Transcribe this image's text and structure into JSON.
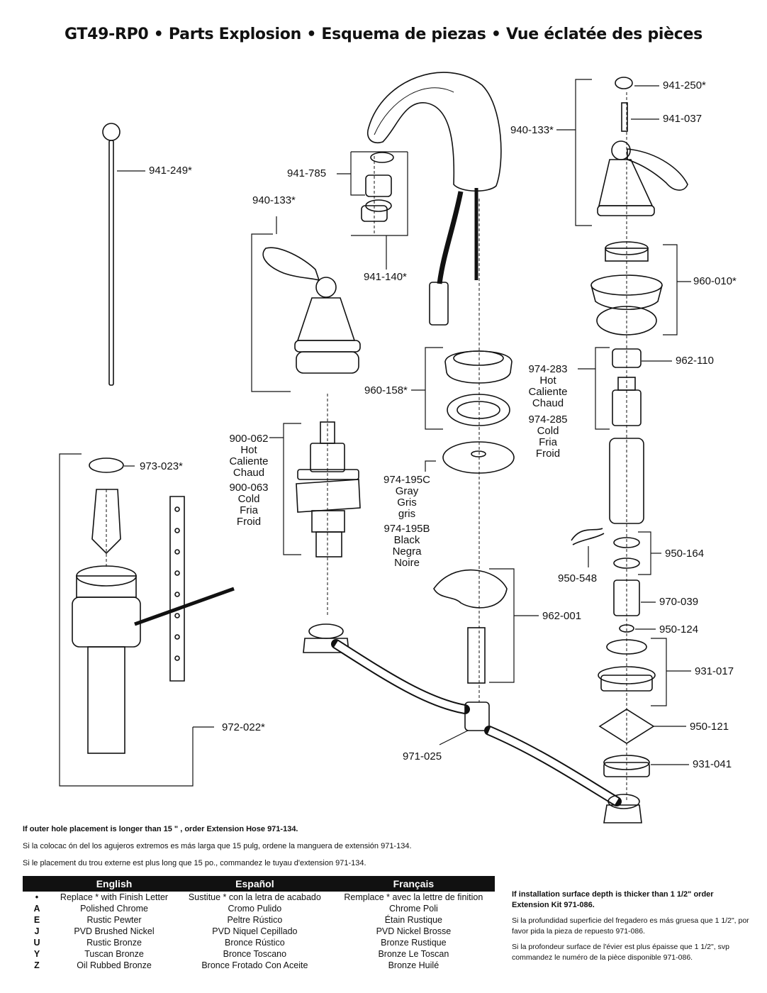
{
  "title": "GT49-RP0 • Parts Explosion • Esquema de piezas • Vue éclatée des pièces",
  "parts": {
    "p941_249": "941-249*",
    "p940_133_left": "940-133*",
    "p941_785": "941-785",
    "p941_140": "941-140*",
    "p940_133_right": "940-133*",
    "p941_250": "941-250*",
    "p941_037": "941-037",
    "p960_010": "960-010*",
    "p962_110": "962-110",
    "p960_158": "960-158*",
    "p974_283": [
      "974-283",
      "Hot",
      "Caliente",
      "Chaud"
    ],
    "p974_285": [
      "974-285",
      "Cold",
      "Fria",
      "Froid"
    ],
    "p900_062": [
      "900-062",
      "Hot",
      "Caliente",
      "Chaud"
    ],
    "p900_063": [
      "900-063",
      "Cold",
      "Fria",
      "Froid"
    ],
    "p973_023": "973-023*",
    "p974_195c": [
      "974-195C",
      "Gray",
      "Gris",
      "gris"
    ],
    "p974_195b": [
      "974-195B",
      "Black",
      "Negra",
      "Noire"
    ],
    "p950_164": "950-164",
    "p950_548": "950-548",
    "p970_039": "970-039",
    "p962_001": "962-001",
    "p950_124": "950-124",
    "p931_017": "931-017",
    "p950_121": "950-121",
    "p972_022": "972-022*",
    "p971_025": "971-025",
    "p931_041": "931-041"
  },
  "notes": [
    "If outer hole placement is longer than 15 \" , order Extension Hose  971-134.",
    "Si la colocac ón del los agujeros extremos es más larga que 15 pulg, ordene la manguera de extensión 971-134.",
    "Si le placement du trou externe est plus long que 15 po., commandez le tuyau d'extension 971-134."
  ],
  "finish_table": {
    "headers": [
      "English",
      "Español",
      "Français"
    ],
    "rows": [
      {
        "code": "•",
        "en": "Replace * with Finish Letter",
        "es": "Sustitue * con la letra de acabado",
        "fr": "Remplace * avec la lettre de finition"
      },
      {
        "code": "A",
        "en": "Polished Chrome",
        "es": "Cromo Pulido",
        "fr": "Chrome Poli"
      },
      {
        "code": "E",
        "en": "Rustic Pewter",
        "es": "Peltre Rústico",
        "fr": "Étain Rustique"
      },
      {
        "code": "J",
        "en": "PVD Brushed Nickel",
        "es": "PVD Niquel Cepillado",
        "fr": "PVD Nickel Brosse"
      },
      {
        "code": "U",
        "en": "Rustic Bronze",
        "es": "Bronce Rústico",
        "fr": "Bronze Rustique"
      },
      {
        "code": "Y",
        "en": "Tuscan Bronze",
        "es": "Bronce Toscano",
        "fr": "Bronze Le Toscan"
      },
      {
        "code": "Z",
        "en": "Oil Rubbed Bronze",
        "es": "Bronce Frotado Con Aceite",
        "fr": "Bronze Huilé"
      }
    ]
  },
  "side_notes": [
    "If installation surface depth is thicker than 1 1/2\" order Extension Kit 971-086.",
    "Si la profundidad superficie del fregadero es más gruesa que 1 1/2\", por favor pida la pieza de repuesto 971-086.",
    "Si la profondeur surface de l'évier est plus épaisse que 1 1/2\", svp commandez le numéro de la pièce disponible 971-086."
  ]
}
